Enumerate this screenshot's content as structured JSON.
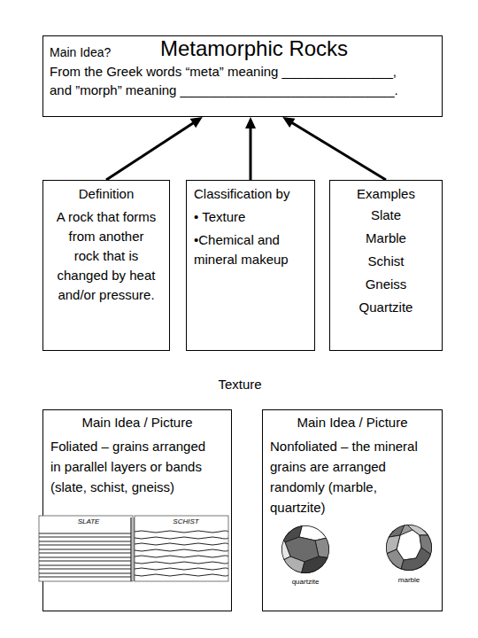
{
  "diagram": {
    "nodes": [
      {
        "text": [
          "Main Idea?",
          "Metamorphic Rocks",
          "From the Greek words “meta” meaning _______________, and ”morph” meaning _____________________________."
        ]
      },
      {
        "text": [
          "Definition",
          "A rock that forms from another rock that is changed by heat and/or pressure."
        ]
      },
      {
        "text": [
          "Classification by",
          "• Texture",
          "•Chemical and mineral makeup"
        ]
      },
      {
        "text": [
          "Examples",
          "Slate",
          "Marble",
          "Schist",
          "Gneiss",
          "Quartzite"
        ]
      },
      {
        "text": [
          "Main Idea / Picture",
          "Foliated – grains arranged in parallel layers or bands (slate, schist, gneiss)"
        ]
      },
      {
        "text": [
          "Main Idea / Picture",
          "Nonfoliated – the mineral grains are arranged randomly (marble, quartzite)"
        ]
      }
    ],
    "edges": [
      {
        "from": 1,
        "to": 0,
        "arrow": "to"
      },
      {
        "from": 2,
        "to": 0,
        "arrow": "to"
      },
      {
        "from": 3,
        "to": 0,
        "arrow": "to"
      }
    ],
    "labels": [
      "Texture",
      "SLATE",
      "SCHIST",
      "quartzite",
      "marble"
    ]
  }
}
